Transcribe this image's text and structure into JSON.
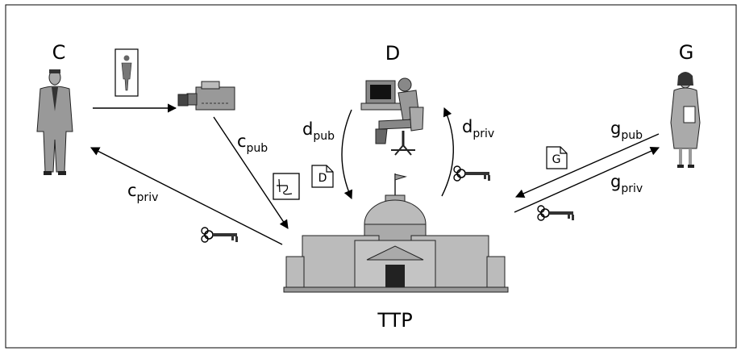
{
  "labels": {
    "c": "C",
    "d": "D",
    "g": "G",
    "ttp": "TTP"
  },
  "keys": {
    "c_pub": {
      "base": "c",
      "sub": "pub"
    },
    "c_priv": {
      "base": "c",
      "sub": "priv"
    },
    "d_pub": {
      "base": "d",
      "sub": "pub"
    },
    "d_priv": {
      "base": "d",
      "sub": "priv"
    },
    "g_pub": {
      "base": "g",
      "sub": "pub"
    },
    "g_priv": {
      "base": "g",
      "sub": "priv"
    }
  },
  "documents": {
    "d_doc": "D",
    "g_doc": "G"
  }
}
